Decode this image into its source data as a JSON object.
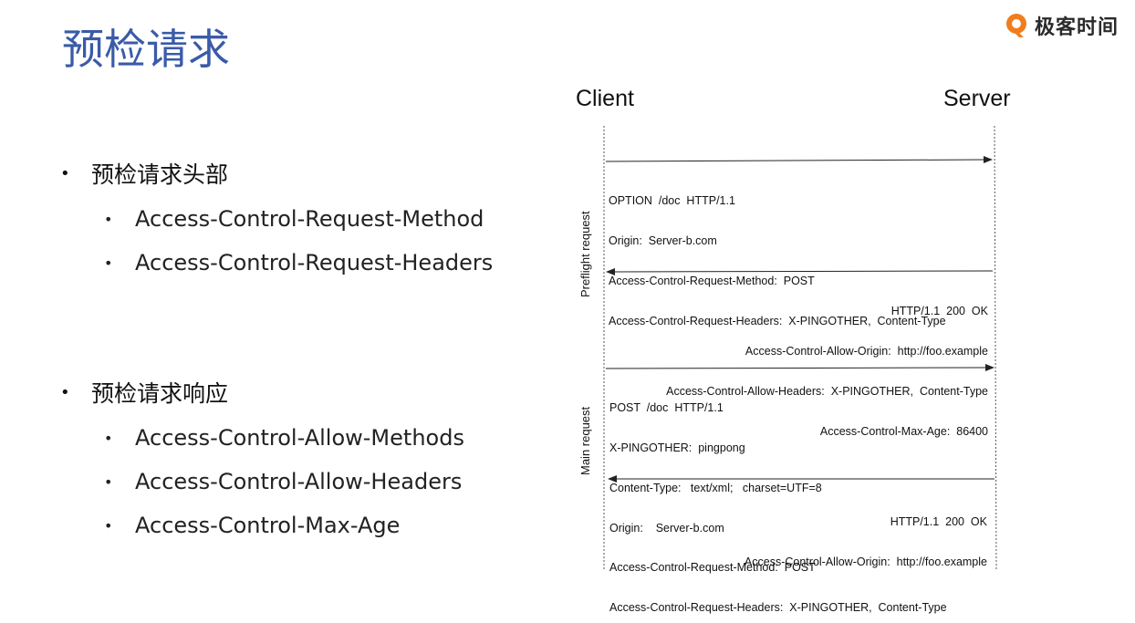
{
  "title": "预检请求",
  "logo": {
    "text": "极客时间",
    "icon": "geektime-logo-icon",
    "color": "#f07d1e"
  },
  "bullets": [
    {
      "label": "预检请求头部",
      "items": [
        "Access-Control-Request-Method",
        "Access-Control-Request-Headers"
      ]
    },
    {
      "label": "预检请求响应",
      "items": [
        "Access-Control-Allow-Methods",
        "Access-Control-Allow-Headers",
        "Access-Control-Max-Age"
      ]
    }
  ],
  "diagram": {
    "client_label": "Client",
    "server_label": "Server",
    "phases": {
      "preflight": "Preflight request",
      "main": "Main request"
    },
    "messages": [
      {
        "direction": "to-server",
        "lines": [
          "OPTION  /doc  HTTP/1.1",
          "Origin:  Server-b.com",
          "Access-Control-Request-Method:  POST",
          "Access-Control-Request-Headers:  X-PINGOTHER,  Content-Type"
        ]
      },
      {
        "direction": "to-client",
        "lines": [
          "HTTP/1.1  200  OK",
          "Access-Control-Allow-Origin:  http://foo.example",
          "Access-Control-Allow-Headers:  X-PINGOTHER,  Content-Type",
          "Access-Control-Max-Age:  86400"
        ]
      },
      {
        "direction": "to-server",
        "lines": [
          "POST  /doc  HTTP/1.1",
          "X-PINGOTHER:  pingpong",
          "Content-Type:   text/xml;   charset=UTF=8",
          "Origin:    Server-b.com",
          "Access-Control-Request-Method:  POST",
          "Access-Control-Request-Headers:  X-PINGOTHER,  Content-Type"
        ]
      },
      {
        "direction": "to-client",
        "lines": [
          "HTTP/1.1  200  OK",
          "Access-Control-Allow-Origin:  http://foo.example"
        ]
      }
    ]
  },
  "colors": {
    "title": "#3a5ba8",
    "text": "#111111"
  }
}
